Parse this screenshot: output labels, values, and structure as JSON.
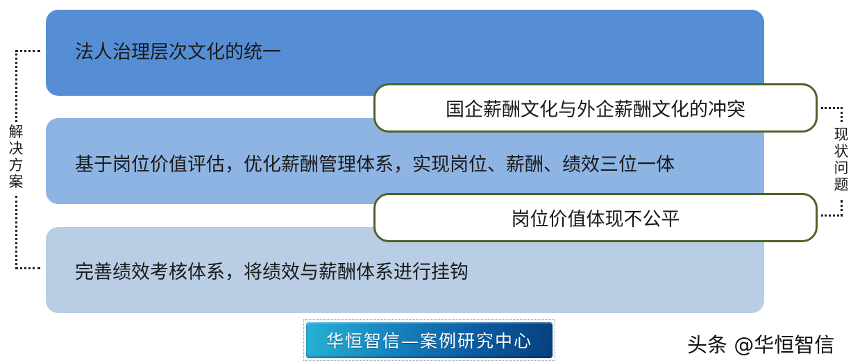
{
  "solutions": {
    "label": "解决方案",
    "items": [
      {
        "text": "法人治理层次文化的统一",
        "color": "#558ed5"
      },
      {
        "text": "基于岗位价值评估，优化薪酬管理体系，实现岗位、薪酬、绩效三位一体",
        "color": "#8eb4e3"
      },
      {
        "text": "完善绩效考核体系，将绩效与薪酬体系进行挂钩",
        "color": "#b9cde5"
      }
    ]
  },
  "problems": {
    "label": "现状问题",
    "border_color": "#4f6228",
    "items": [
      {
        "text": "国企薪酬文化与外企薪酬文化的冲突"
      },
      {
        "text": "岗位价值体现不公平"
      }
    ]
  },
  "footer": {
    "badge": "华恒智信—案例研究中心",
    "watermark": "头条 @华恒智信"
  }
}
